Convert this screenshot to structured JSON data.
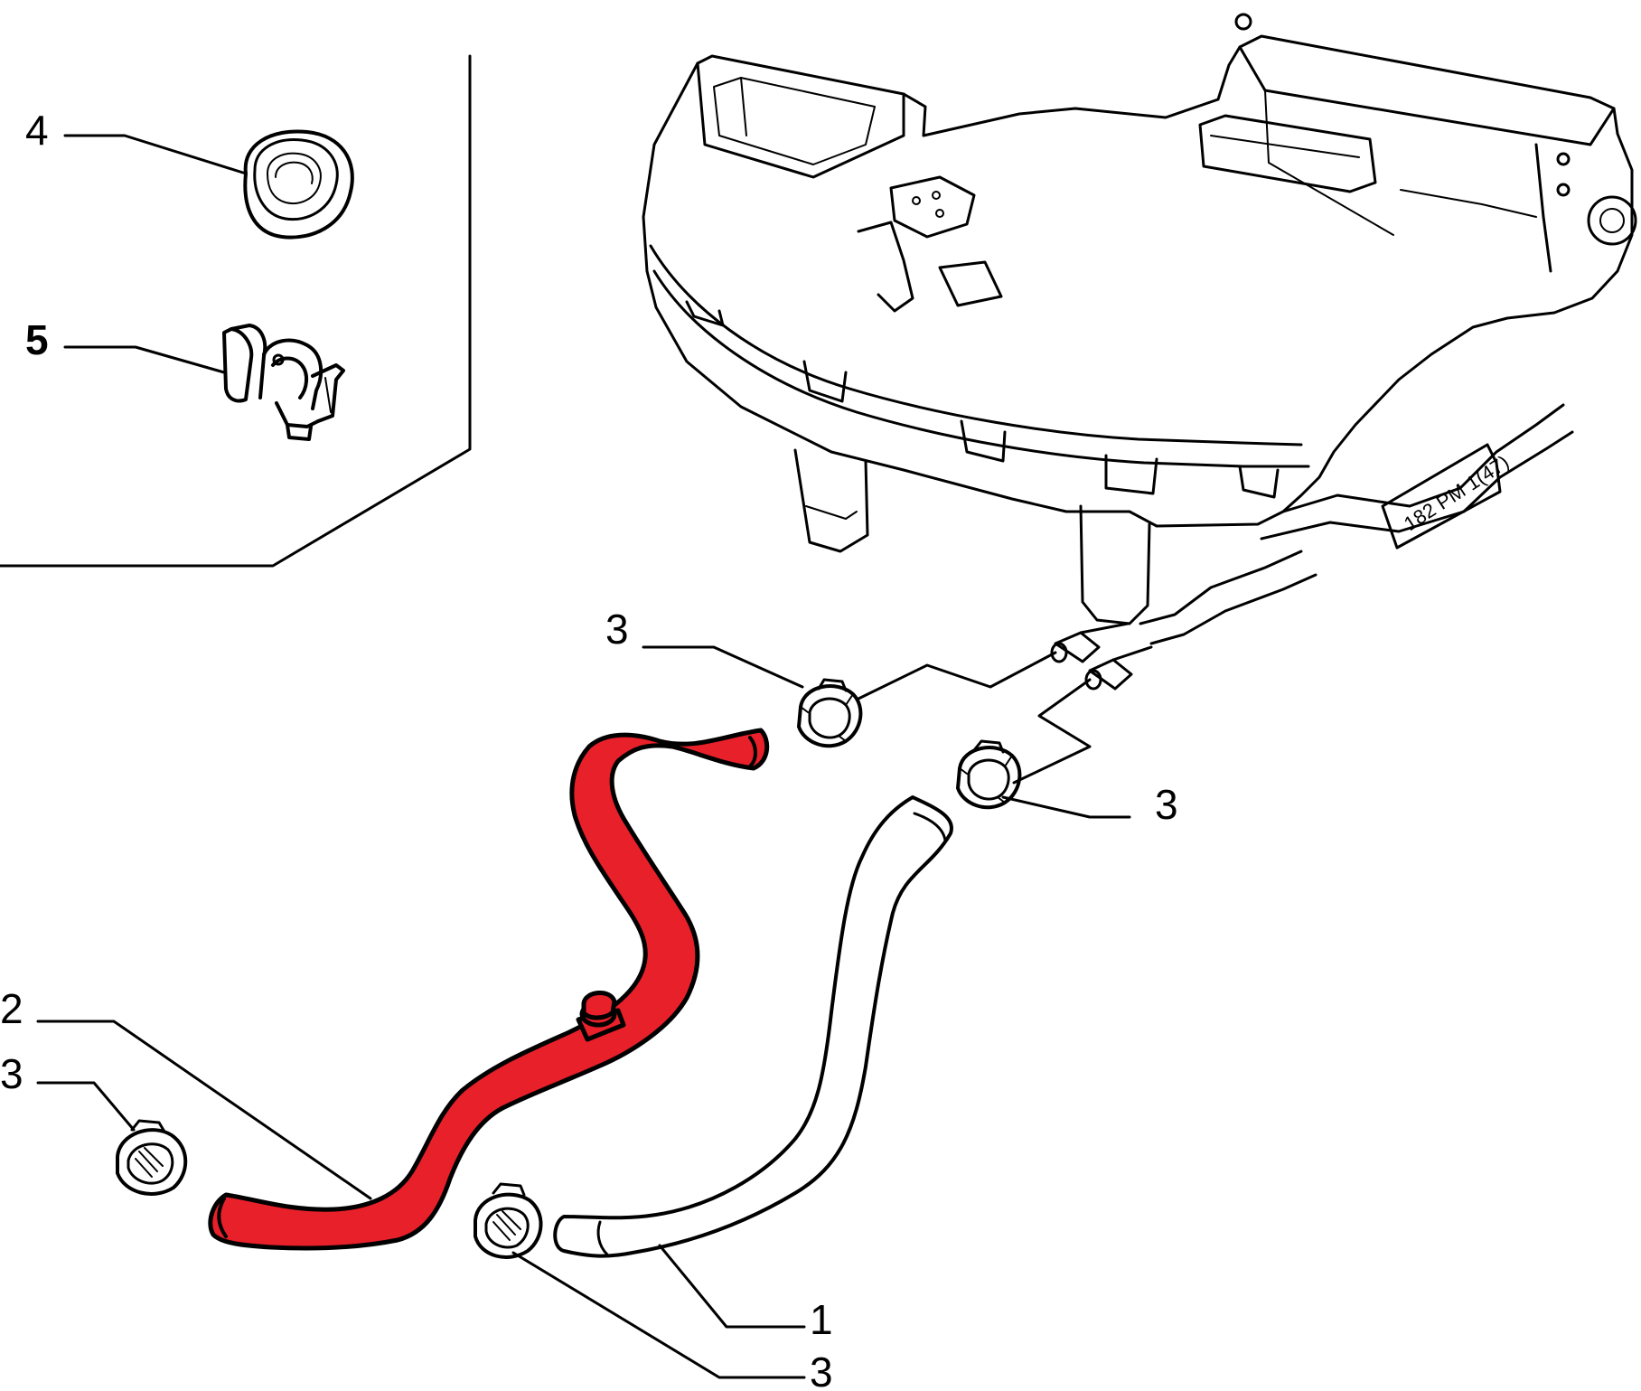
{
  "diagram": {
    "callouts": [
      {
        "id": "c4",
        "label": "4"
      },
      {
        "id": "c5",
        "label": "5"
      },
      {
        "id": "c3a",
        "label": "3"
      },
      {
        "id": "c3b",
        "label": "3"
      },
      {
        "id": "c2",
        "label": "2"
      },
      {
        "id": "c3c",
        "label": "3"
      },
      {
        "id": "c1",
        "label": "1"
      },
      {
        "id": "c3d",
        "label": "3"
      }
    ],
    "housing_stamp": "182 PM 1(47)",
    "highlight_color": "#e8202a",
    "line_color": "#000000"
  }
}
